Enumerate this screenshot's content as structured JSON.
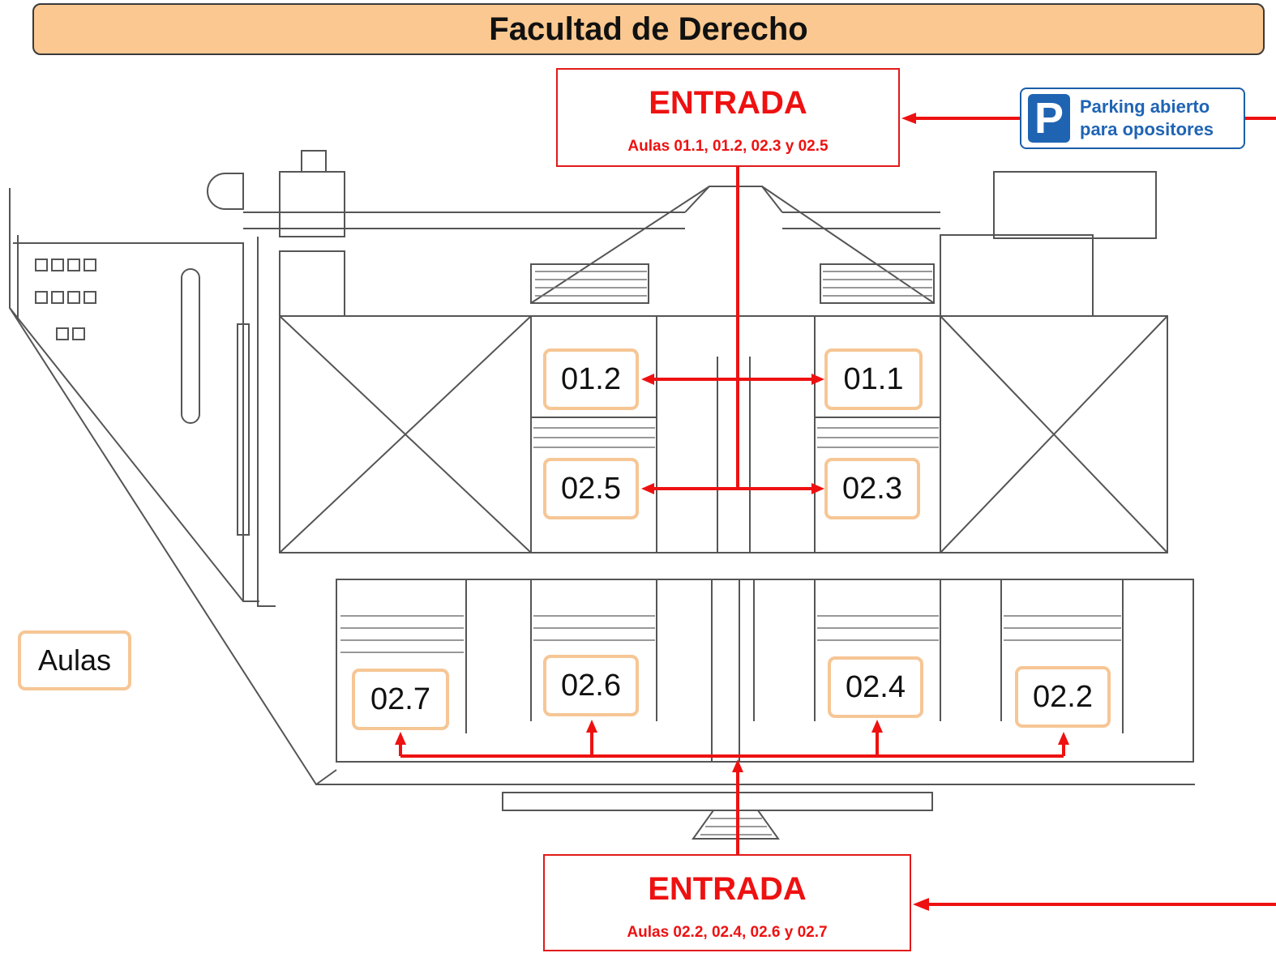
{
  "title": "Facultad de Derecho",
  "entrance_top": {
    "label": "ENTRADA",
    "rooms": "Aulas 01.1, 01.2, 02.3 y 02.5"
  },
  "entrance_bottom": {
    "label": "ENTRADA",
    "rooms": "Aulas 02.2, 02.4, 02.6 y 02.7"
  },
  "parking": {
    "icon": "parking-icon",
    "letter": "P",
    "line1": "Parking abierto",
    "line2": "para opositores"
  },
  "legend": {
    "label": "Aulas"
  },
  "rooms": [
    "01.2",
    "01.1",
    "02.5",
    "02.3",
    "02.7",
    "02.6",
    "02.4",
    "02.2"
  ],
  "colors": {
    "route": "#ee1111",
    "room_border": "#f6c695",
    "title_fill": "#fac890",
    "parking_blue": "#1f64b3"
  }
}
